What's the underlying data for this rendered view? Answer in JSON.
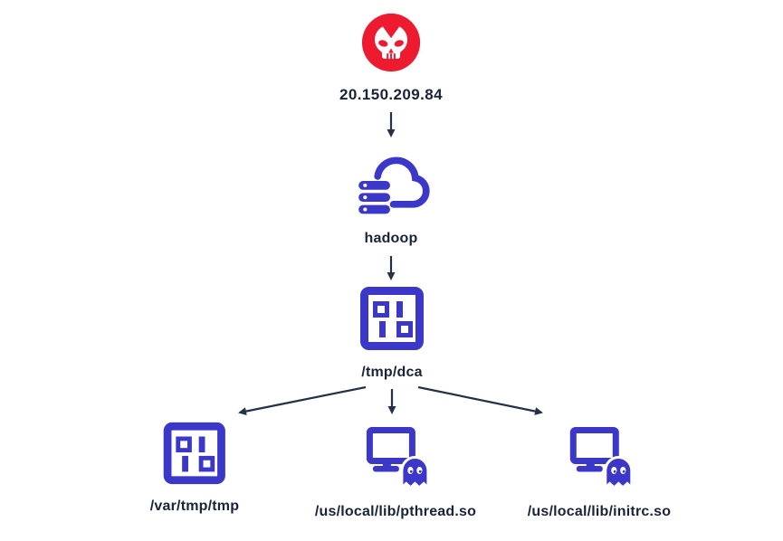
{
  "diagram": {
    "type": "attack-chain-flow",
    "colors": {
      "attacker_red": "#ed1b2f",
      "node_blue": "#3b38c9",
      "label_navy": "#1a2438",
      "arrow_color": "#233149"
    },
    "nodes": {
      "attacker": {
        "label": "20.150.209.84",
        "icon": "attacker-skull-icon"
      },
      "hadoop": {
        "label": "hadoop",
        "icon": "cloud-server-icon"
      },
      "dca": {
        "label": "/tmp/dca",
        "icon": "binary-file-icon"
      },
      "tmp": {
        "label": "/var/tmp/tmp",
        "icon": "binary-file-icon"
      },
      "pthread": {
        "label": "/us/local/lib/pthread.so",
        "icon": "infected-host-ghost-icon"
      },
      "initrc": {
        "label": "/us/local/lib/initrc.so",
        "icon": "infected-host-ghost-icon"
      }
    },
    "edges": [
      {
        "from": "attacker",
        "to": "hadoop"
      },
      {
        "from": "hadoop",
        "to": "dca"
      },
      {
        "from": "dca",
        "to": "tmp"
      },
      {
        "from": "dca",
        "to": "pthread"
      },
      {
        "from": "dca",
        "to": "initrc"
      }
    ]
  }
}
